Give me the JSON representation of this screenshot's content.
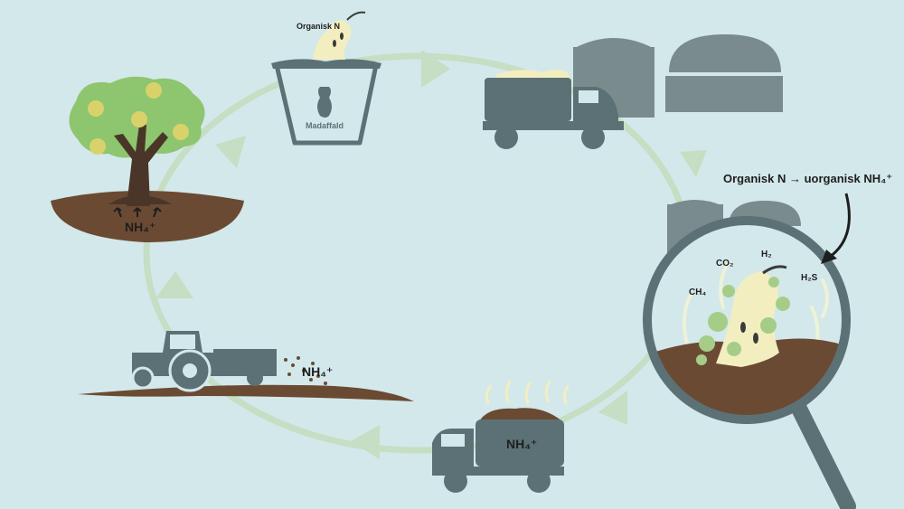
{
  "labels": {
    "organic_n": "Organisk N",
    "bin": "Madaffald",
    "tree_nh4": "NH₄⁺",
    "tractor_nh4": "NH₄⁺",
    "truck_nh4": "NH₄⁺",
    "conversion": "Organisk N → uorganisk NH₄⁺",
    "co2": "CO₂",
    "h2": "H₂",
    "h2s": "H₂S",
    "ch4": "CH₄"
  },
  "colors": {
    "background": "#d3e8ea",
    "cycle": "#c5dec4",
    "machine": "#5c7175",
    "soil": "#6b4a33",
    "leaf": "#8ec56f",
    "apple": "#d9d26a",
    "core": "#f3eec0",
    "gas": "#a5cd88"
  }
}
